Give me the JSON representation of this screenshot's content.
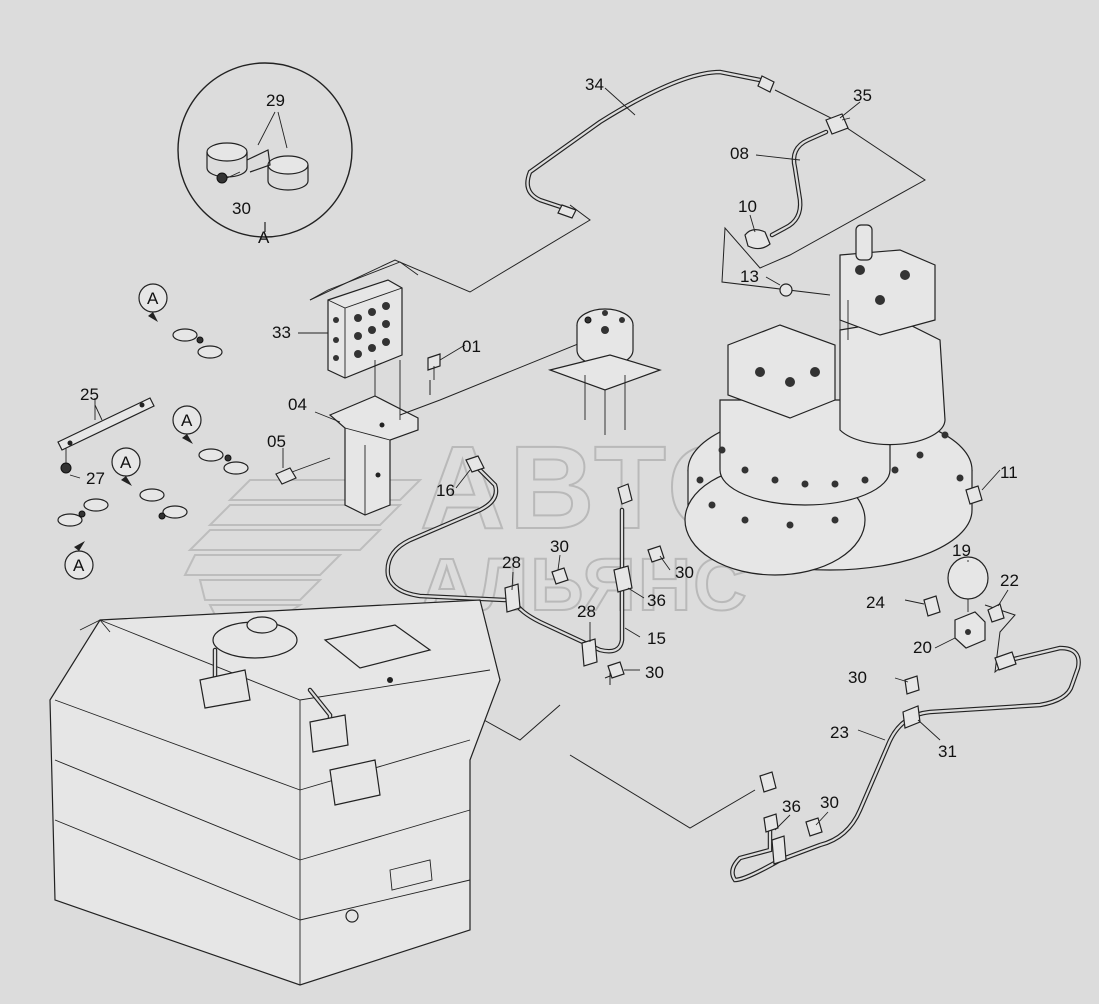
{
  "watermark": {
    "line1": "АВТО",
    "line2": "АЛЬЯНС"
  },
  "detail_view": {
    "label": "A",
    "part_labels": [
      "29",
      "30"
    ]
  },
  "callouts": [
    "A",
    "A",
    "A",
    "A"
  ],
  "part_labels": {
    "p34": "34",
    "p35": "35",
    "p08": "08",
    "p10": "10",
    "p13": "13",
    "p33": "33",
    "p01": "01",
    "p25": "25",
    "p04": "04",
    "p05": "05",
    "p27": "27",
    "p16": "16",
    "p11": "11",
    "p28a": "28",
    "p30a": "30",
    "p30b": "30",
    "p36a": "36",
    "p28b": "28",
    "p15": "15",
    "p30c": "30",
    "p19": "19",
    "p22": "22",
    "p24": "24",
    "p20": "20",
    "p30d": "30",
    "p23": "23",
    "p31": "31",
    "p36b": "36",
    "p30e": "30"
  },
  "colors": {
    "background": "#dcdcdc",
    "line": "#222222",
    "watermark": "#b9b9b9"
  }
}
